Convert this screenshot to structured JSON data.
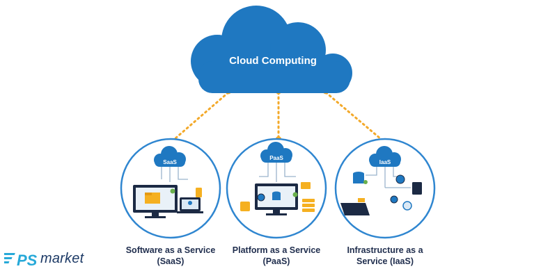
{
  "title": "Cloud Computing",
  "services": [
    {
      "badge": "SaaS",
      "caption_line1": "Software as a Service",
      "caption_line2": "(SaaS)"
    },
    {
      "badge": "PaaS",
      "caption_line1": "Platform as a Service",
      "caption_line2": "(PaaS)"
    },
    {
      "badge": "IaaS",
      "caption_line1": "Infrastructure as a",
      "caption_line2": "Service (IaaS)"
    }
  ],
  "logo": {
    "mark": "PS",
    "text": "market"
  },
  "colors": {
    "cloud": "#1f78c1",
    "connector": "#f3a92a",
    "ring": "#2f86d0",
    "text": "#1f2d4d",
    "accent": "#f5b021",
    "green": "#6ab04c"
  }
}
